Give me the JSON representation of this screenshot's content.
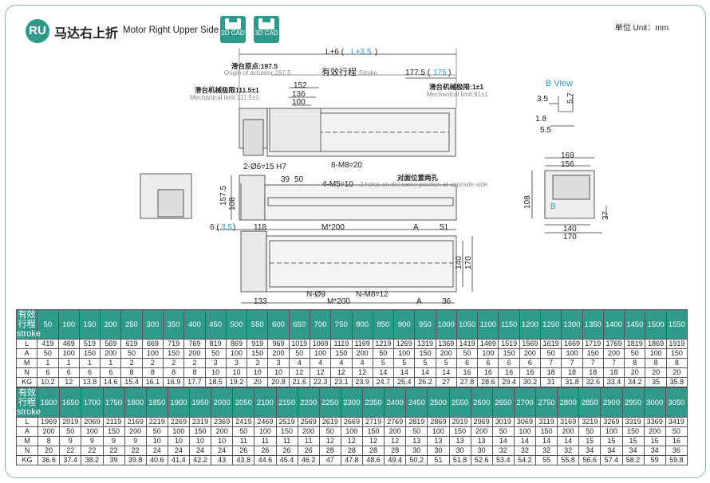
{
  "header": {
    "badge": "RU",
    "title_cn": "马达右上折",
    "title_en": "Motor Right Upper Side",
    "cad_2d": "2D CAD",
    "cad_3d": "3D CAD",
    "unit": "单位 Unit：mm"
  },
  "drawing": {
    "top_dims": {
      "L6": "L+6 (",
      "L35": "L+3.5",
      "L6_close": ")",
      "stroke_cn": "有效行程",
      "stroke_en": "Stroke",
      "d177": "177.5 (",
      "d175": "175",
      "close": ")",
      "origin_cn": "滑台原点:197.5",
      "origin_en": "Origin of actuator:197.5",
      "mech_l_cn": "滑台机械极限111.5±1",
      "mech_l_en": "Mechanical limit:111.5±1",
      "mech_r_cn": "滑台机械极限:1±1",
      "mech_r_en": "Mechanical limit:91±1",
      "d152": "152",
      "d136": "136",
      "d100": "100",
      "holes1": "2-Ø6▿15 H7",
      "holes2": "8-M8▿20"
    },
    "bview": {
      "title": "B View",
      "d35": "3.5",
      "d57": "5.7",
      "d18": "1.8",
      "d55": "5.5"
    },
    "right_view": {
      "d169": "169",
      "d156": "156",
      "d108": "108",
      "d37": "37",
      "d140": "140",
      "d170": "170",
      "b": "B"
    },
    "front": {
      "d1575": "157.5",
      "d108": "108",
      "d39": "39",
      "d50": "50",
      "holes": "4-M5▿10",
      "opp_cn": "对面位置两孔",
      "opp_en": "2 holes on the same position at opposite side."
    },
    "bottom": {
      "d6": "6 (",
      "d35": "3.5",
      "close": ")",
      "d118": "118",
      "m200": "M*200",
      "a": "A",
      "d51": "51",
      "d140": "140",
      "d170": "170",
      "d133": "133",
      "nholes": "N-Ø9",
      "m200b": "M*200",
      "nm8": "N-M8▿12",
      "a2": "A",
      "d36": "36"
    }
  },
  "table1": {
    "corner_cn": "有效行程",
    "corner_en": "stroke",
    "strokes": [
      "50",
      "100",
      "150",
      "200",
      "250",
      "300",
      "350",
      "400",
      "450",
      "500",
      "550",
      "600",
      "650",
      "700",
      "750",
      "800",
      "850",
      "900",
      "950",
      "1000",
      "1050",
      "1100",
      "1150",
      "1200",
      "1250",
      "1300",
      "1350",
      "1400",
      "1450",
      "1500",
      "1550"
    ],
    "rows": [
      {
        "label": "L",
        "values": [
          "419",
          "469",
          "519",
          "569",
          "619",
          "669",
          "719",
          "769",
          "819",
          "869",
          "919",
          "969",
          "1019",
          "1069",
          "1119",
          "1169",
          "1219",
          "1269",
          "1319",
          "1369",
          "1419",
          "1469",
          "1519",
          "1569",
          "1619",
          "1669",
          "1719",
          "1769",
          "1819",
          "1869",
          "1919"
        ]
      },
      {
        "label": "A",
        "values": [
          "50",
          "100",
          "150",
          "200",
          "50",
          "100",
          "150",
          "200",
          "50",
          "100",
          "150",
          "200",
          "50",
          "100",
          "150",
          "200",
          "50",
          "100",
          "150",
          "200",
          "50",
          "100",
          "150",
          "200",
          "50",
          "100",
          "150",
          "200",
          "50",
          "100",
          "150"
        ]
      },
      {
        "label": "M",
        "values": [
          "1",
          "1",
          "1",
          "1",
          "2",
          "2",
          "2",
          "2",
          "3",
          "3",
          "3",
          "3",
          "4",
          "4",
          "4",
          "4",
          "5",
          "5",
          "5",
          "5",
          "6",
          "6",
          "6",
          "6",
          "7",
          "7",
          "7",
          "7",
          "8",
          "8",
          "8"
        ]
      },
      {
        "label": "N",
        "values": [
          "6",
          "6",
          "6",
          "6",
          "8",
          "8",
          "8",
          "8",
          "10",
          "10",
          "10",
          "10",
          "12",
          "12",
          "12",
          "12",
          "14",
          "14",
          "14",
          "14",
          "16",
          "16",
          "16",
          "16",
          "18",
          "18",
          "18",
          "18",
          "20",
          "20",
          "20"
        ]
      },
      {
        "label": "KG",
        "values": [
          "10.2",
          "12",
          "13.8",
          "14.6",
          "15.4",
          "16.1",
          "16.9",
          "17.7",
          "18.5",
          "19.2",
          "20",
          "20.8",
          "21.6",
          "22.3",
          "23.1",
          "23.9",
          "24.7",
          "25.4",
          "26.2",
          "27",
          "27.8",
          "28.6",
          "29.4",
          "30.2",
          "31",
          "31.8",
          "32.6",
          "33.4",
          "34.2",
          "35",
          "35.8"
        ]
      }
    ]
  },
  "table2": {
    "corner_cn": "有效行程",
    "corner_en": "stroke",
    "strokes": [
      "1600",
      "1650",
      "1700",
      "1750",
      "1800",
      "1850",
      "1900",
      "1950",
      "2000",
      "2050",
      "2100",
      "2150",
      "2200",
      "2250",
      "2300",
      "2350",
      "2400",
      "2450",
      "2500",
      "2550",
      "2600",
      "2650",
      "2700",
      "2750",
      "2800",
      "2850",
      "2900",
      "2950",
      "3000",
      "3050"
    ],
    "rows": [
      {
        "label": "L",
        "values": [
          "1969",
          "2019",
          "2069",
          "2119",
          "2169",
          "2219",
          "2269",
          "2319",
          "2369",
          "2419",
          "2469",
          "2519",
          "2569",
          "2619",
          "2669",
          "2719",
          "2769",
          "2819",
          "2869",
          "2919",
          "2969",
          "3019",
          "3069",
          "3119",
          "3169",
          "3219",
          "3269",
          "3319",
          "3369",
          "3419"
        ]
      },
      {
        "label": "A",
        "values": [
          "200",
          "50",
          "100",
          "150",
          "200",
          "50",
          "100",
          "150",
          "200",
          "50",
          "100",
          "150",
          "200",
          "50",
          "100",
          "150",
          "200",
          "50",
          "100",
          "150",
          "200",
          "50",
          "100",
          "150",
          "200",
          "50",
          "100",
          "150",
          "200",
          "50"
        ]
      },
      {
        "label": "M",
        "values": [
          "8",
          "9",
          "9",
          "9",
          "9",
          "10",
          "10",
          "10",
          "10",
          "11",
          "11",
          "11",
          "11",
          "12",
          "12",
          "12",
          "12",
          "13",
          "13",
          "13",
          "13",
          "14",
          "14",
          "14",
          "14",
          "15",
          "15",
          "15",
          "15",
          "16"
        ]
      },
      {
        "label": "N",
        "values": [
          "20",
          "22",
          "22",
          "22",
          "22",
          "24",
          "24",
          "24",
          "24",
          "26",
          "26",
          "26",
          "26",
          "28",
          "28",
          "28",
          "28",
          "30",
          "30",
          "30",
          "30",
          "32",
          "32",
          "32",
          "32",
          "34",
          "34",
          "34",
          "34",
          "36"
        ]
      },
      {
        "label": "KG",
        "values": [
          "36.6",
          "37.4",
          "38.2",
          "39",
          "39.8",
          "40.6",
          "41.4",
          "42.2",
          "43",
          "43.8",
          "44.6",
          "45.4",
          "46.2",
          "47",
          "47.8",
          "48.6",
          "49.4",
          "50.2",
          "51",
          "51.8",
          "52.6",
          "53.4",
          "54.2",
          "55",
          "55.8",
          "56.6",
          "57.4",
          "58.2",
          "59",
          "59.8"
        ]
      }
    ]
  }
}
